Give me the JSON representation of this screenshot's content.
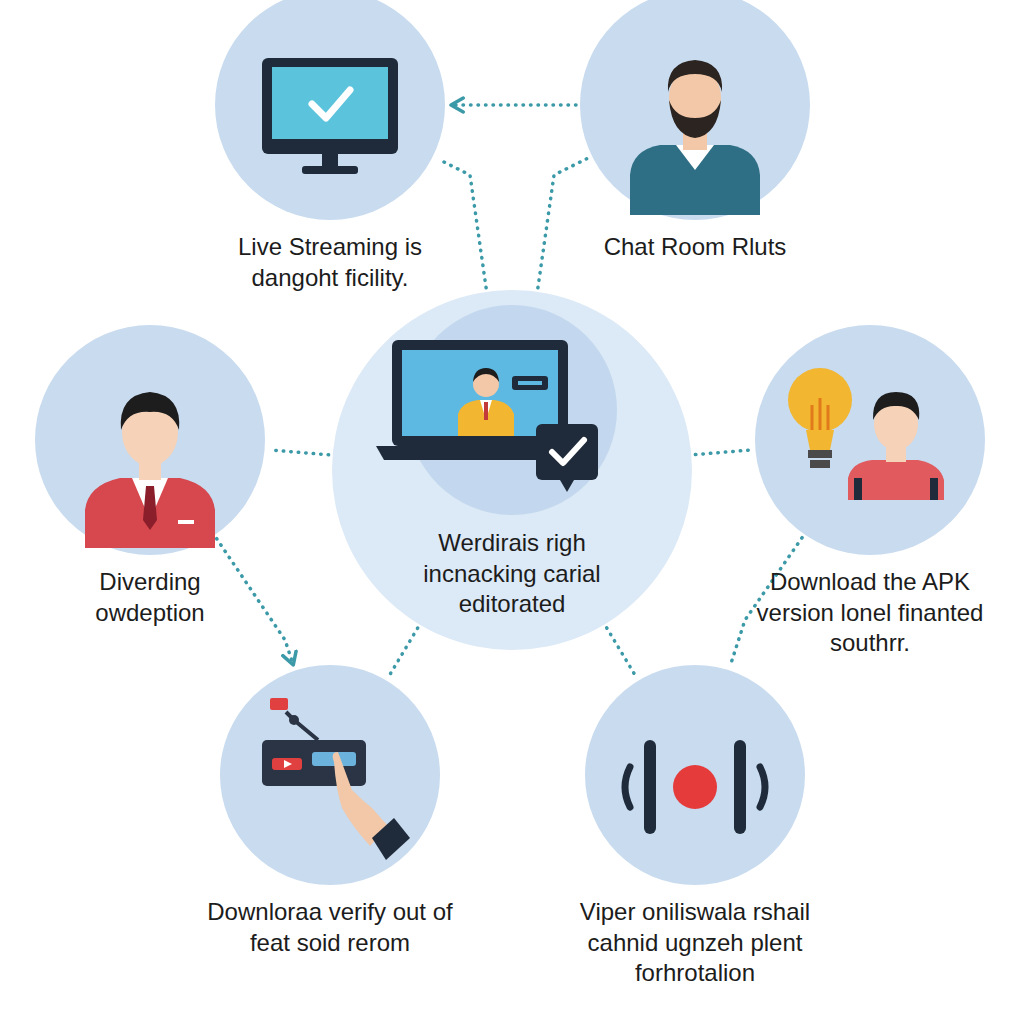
{
  "diagram": {
    "nodes": [
      {
        "text": [
          "Live Streaming is dangoht ficility."
        ]
      },
      {
        "text": [
          "Chat Room Rluts"
        ]
      },
      {
        "text": [
          "Diverding owdeption"
        ]
      },
      {
        "text": [
          "Werdirais righ incnacking carial editorated"
        ]
      },
      {
        "text": [
          "Download the APK version lonel finanted southrr."
        ]
      },
      {
        "text": [
          "Downloraa verify out of feat soid rerom"
        ]
      },
      {
        "text": [
          "Viper oniliswala rshail cahnid ugnzeh plent forhrotalion"
        ]
      }
    ],
    "edges": [
      {
        "from": 3,
        "to": 0,
        "arrow": "none"
      },
      {
        "from": 3,
        "to": 1,
        "arrow": "none"
      },
      {
        "from": 3,
        "to": 2,
        "arrow": "none"
      },
      {
        "from": 3,
        "to": 4,
        "arrow": "none"
      },
      {
        "from": 3,
        "to": 5,
        "arrow": "none"
      },
      {
        "from": 3,
        "to": 6,
        "arrow": "none"
      },
      {
        "from": 1,
        "to": 0,
        "arrow": "to"
      },
      {
        "from": 2,
        "to": 5,
        "arrow": "to"
      },
      {
        "from": 4,
        "to": 6,
        "arrow": "none"
      }
    ]
  }
}
